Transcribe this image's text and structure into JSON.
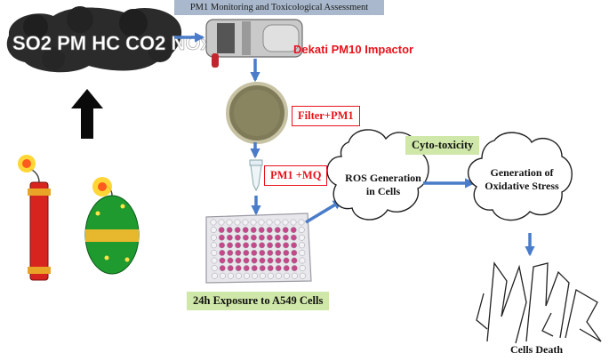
{
  "header": {
    "title": "PM1 Monitoring and Toxicological Assessment"
  },
  "smoke": {
    "text": "SO2 PM HC CO2 NOx"
  },
  "labels": {
    "impactor": "Dekati PM10 Impactor",
    "filter": "Filter+PM1",
    "pm1mq": "PM1 +MQ",
    "exposure": "24h Exposure to A549 Cells",
    "ros_line1": "ROS Generation",
    "ros_line2": "in Cells",
    "cytotox": "Cyto-toxicity",
    "oxid_line1": "Generation of",
    "oxid_line2": "Oxidative Stress",
    "death": "Cells Death"
  },
  "colors": {
    "arrow_blue": "#4a7cc9",
    "label_red": "#e8131b",
    "label_green_bg": "#cfe7a8",
    "header_bg": "#a9b8cc",
    "plate_well": "#c8468a"
  },
  "icons": [
    "smoke-cloud-icon",
    "black-up-arrow-icon",
    "firecracker-red-icon",
    "firecracker-green-icon",
    "impactor-device-icon",
    "filter-disc-icon",
    "tube-icon",
    "well-plate-icon",
    "cloud-icon",
    "dead-cells-icon"
  ]
}
